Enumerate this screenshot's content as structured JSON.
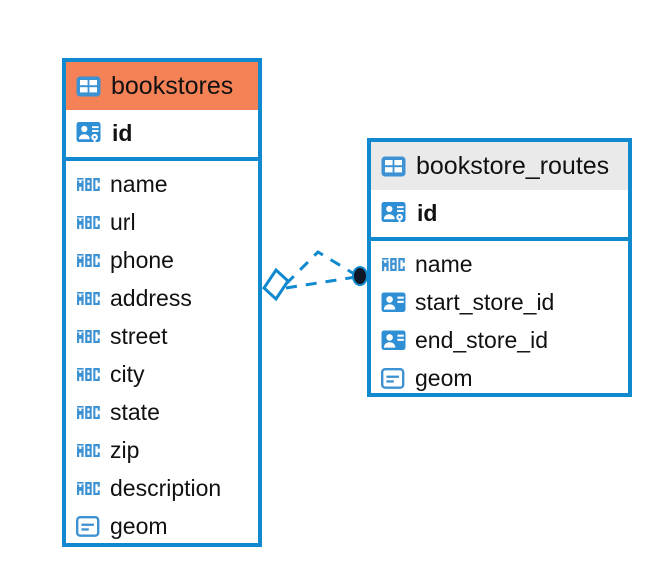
{
  "diagram": {
    "type": "entity-relationship-diagram",
    "background_color": "#FFFFFF",
    "accent_color": "#1089CE",
    "highlight_color": "#F58256",
    "neutral_header_color": "#EAEAEA"
  },
  "tables": [
    {
      "name": "bookstores",
      "header_style": "orange",
      "primary_key": {
        "label": "id",
        "icon": "primary-key-icon"
      },
      "fields": [
        {
          "label": "name",
          "icon": "abc-text-icon"
        },
        {
          "label": "url",
          "icon": "abc-text-icon"
        },
        {
          "label": "phone",
          "icon": "abc-text-icon"
        },
        {
          "label": "address",
          "icon": "abc-text-icon"
        },
        {
          "label": "street",
          "icon": "abc-text-icon"
        },
        {
          "label": "city",
          "icon": "abc-text-icon"
        },
        {
          "label": "state",
          "icon": "abc-text-icon"
        },
        {
          "label": "zip",
          "icon": "abc-text-icon"
        },
        {
          "label": "description",
          "icon": "abc-text-icon"
        },
        {
          "label": "geom",
          "icon": "geometry-icon"
        }
      ]
    },
    {
      "name": "bookstore_routes",
      "header_style": "grey",
      "primary_key": {
        "label": "id",
        "icon": "primary-key-icon"
      },
      "fields": [
        {
          "label": "name",
          "icon": "abc-text-icon"
        },
        {
          "label": "start_store_id",
          "icon": "foreign-key-icon"
        },
        {
          "label": "end_store_id",
          "icon": "foreign-key-icon"
        },
        {
          "label": "geom",
          "icon": "geometry-icon"
        }
      ]
    }
  ],
  "relationship": {
    "from_table": "bookstores",
    "to_table": "bookstore_routes",
    "from_marker": "diamond-outline",
    "to_marker": "filled-circle",
    "line_style": "dashed",
    "line_color": "#1089CE",
    "marker_color": "#101828"
  },
  "icon_glyphs": {
    "table_icon": "table-grid-icon",
    "abc_icon_text": "ABC"
  }
}
